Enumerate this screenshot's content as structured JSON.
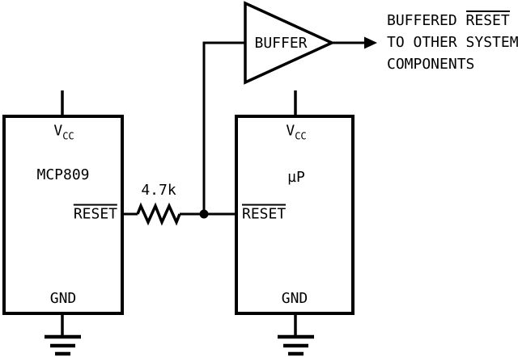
{
  "colors": {
    "ink": "#000000",
    "paper": "#ffffff"
  },
  "buffer": {
    "label": "BUFFER"
  },
  "output_note": {
    "line1_prefix": "BUFFERED ",
    "line1_overlined": "RESET",
    "line2": "TO OTHER SYSTEM",
    "line3": "COMPONENTS"
  },
  "supervisor_ic": {
    "part_number": "MCP809",
    "pins": {
      "vcc_letter": "V",
      "vcc_subscript": "CC",
      "reset": "RESET",
      "ground": "GND"
    }
  },
  "microprocessor": {
    "part_label": "µP",
    "pins": {
      "vcc_letter": "V",
      "vcc_subscript": "CC",
      "reset": "RESET",
      "ground": "GND"
    }
  },
  "resistor": {
    "value": "4.7k"
  }
}
